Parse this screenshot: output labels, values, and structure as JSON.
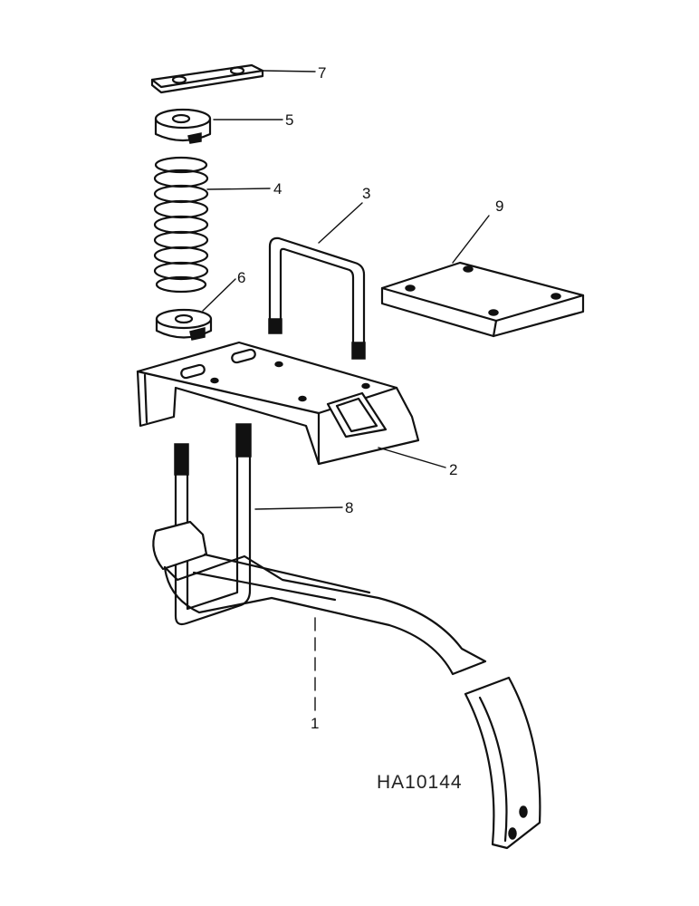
{
  "drawing": {
    "code": "HA10144",
    "callouts": [
      "7",
      "5",
      "4",
      "3",
      "9",
      "6",
      "2",
      "8",
      "1"
    ]
  }
}
